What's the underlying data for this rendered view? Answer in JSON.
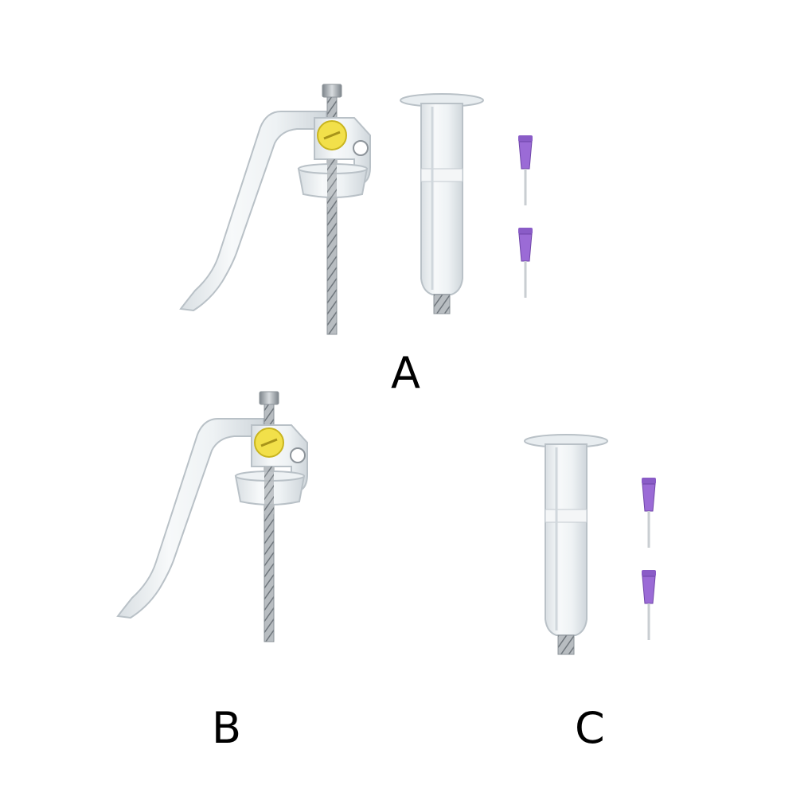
{
  "labels": {
    "a": "A",
    "b": "B",
    "c": "C"
  },
  "colors": {
    "background": "#ffffff",
    "needle_hub": "#8a5cc7",
    "screw_knob": "#f2e04a",
    "metal": "#9aa0a6",
    "transparent_part": "#e8edf0",
    "outline": "#b9c1c7",
    "label_text": "#000000"
  },
  "parts": {
    "a": [
      "dispensing-gun-icon",
      "syringe-barrel-icon",
      "needle-tip-icon",
      "needle-tip-icon"
    ],
    "b": [
      "dispensing-gun-icon"
    ],
    "c": [
      "syringe-barrel-icon",
      "needle-tip-icon",
      "needle-tip-icon"
    ]
  }
}
